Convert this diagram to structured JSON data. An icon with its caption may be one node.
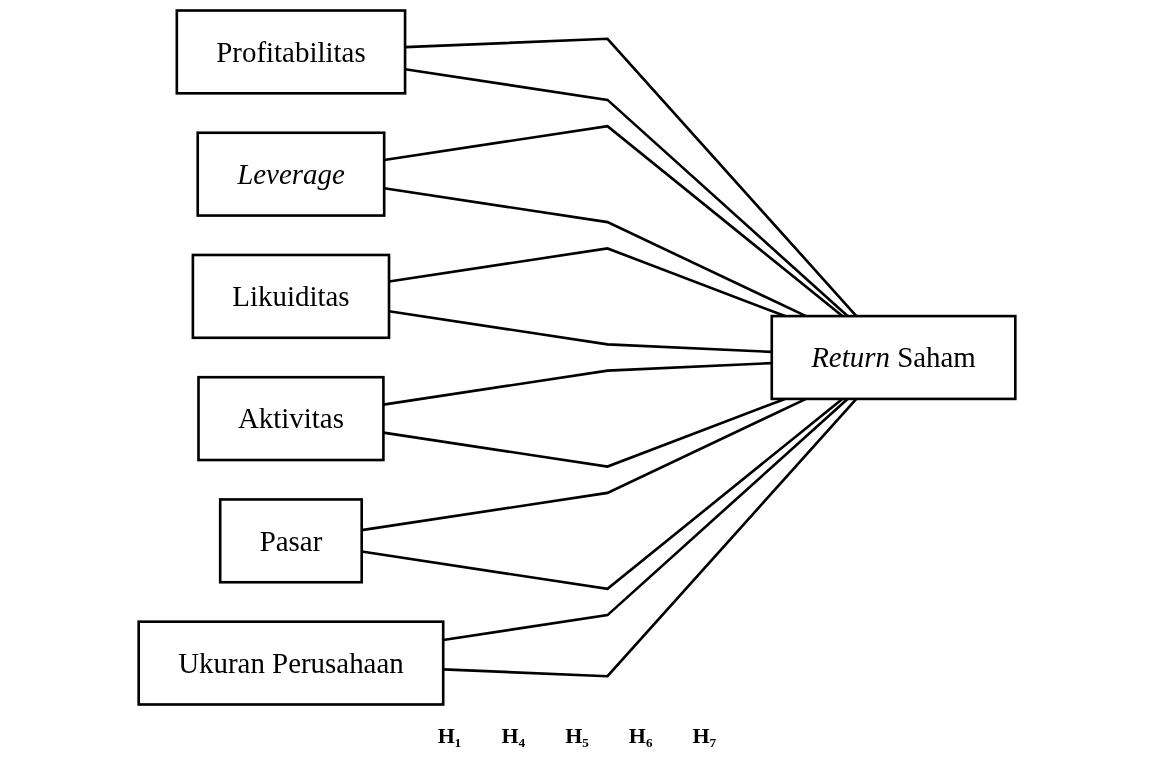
{
  "diagram": {
    "nodes": [
      {
        "text": [
          "Profitabilitas"
        ]
      },
      {
        "text": [
          "Leverage"
        ]
      },
      {
        "text": [
          "Likuiditas"
        ]
      },
      {
        "text": [
          "Aktivitas"
        ]
      },
      {
        "text": [
          "Pasar"
        ]
      },
      {
        "text": [
          "Ukuran Perusahaan"
        ]
      },
      {
        "text": [
          "*Return* Saham"
        ]
      }
    ],
    "edges": [
      {
        "from": 0,
        "to": 6,
        "arrow": "none"
      },
      {
        "from": 1,
        "to": 6,
        "arrow": "none"
      },
      {
        "from": 2,
        "to": 6,
        "arrow": "none"
      },
      {
        "from": 3,
        "to": 6,
        "arrow": "none"
      },
      {
        "from": 4,
        "to": 6,
        "arrow": "none"
      },
      {
        "from": 5,
        "to": 6,
        "arrow": "none"
      },
      {
        "from": 0,
        "to": 6,
        "arrow": "none"
      },
      {
        "from": 1,
        "to": 6,
        "arrow": "none"
      },
      {
        "from": 2,
        "to": 6,
        "arrow": "none"
      },
      {
        "from": 3,
        "to": 6,
        "arrow": "none"
      },
      {
        "from": 4,
        "to": 6,
        "arrow": "none"
      },
      {
        "from": 5,
        "to": 6,
        "arrow": "none"
      }
    ],
    "labels": [
      "H₁",
      "H₄",
      "H₅",
      "H₆",
      "H₇"
    ]
  }
}
